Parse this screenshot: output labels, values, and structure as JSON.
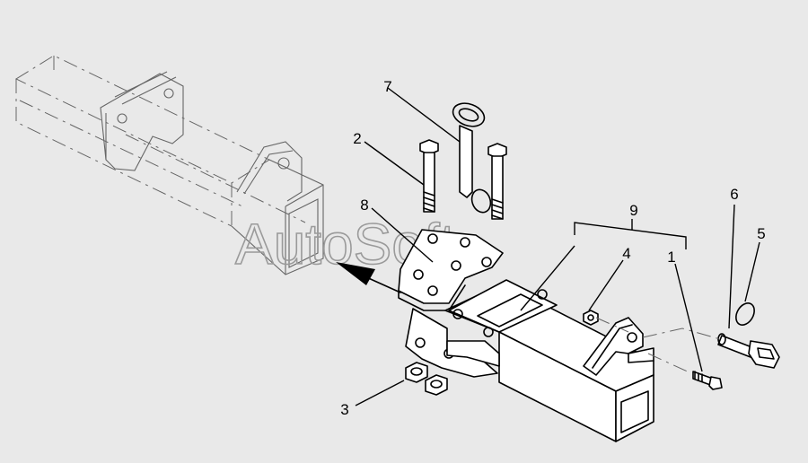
{
  "watermark": "AutoSoft",
  "callouts": {
    "c1": "1",
    "c2": "2",
    "c3": "3",
    "c4": "4",
    "c5": "5",
    "c6": "6",
    "c7": "7",
    "c8": "8",
    "c9": "9"
  }
}
